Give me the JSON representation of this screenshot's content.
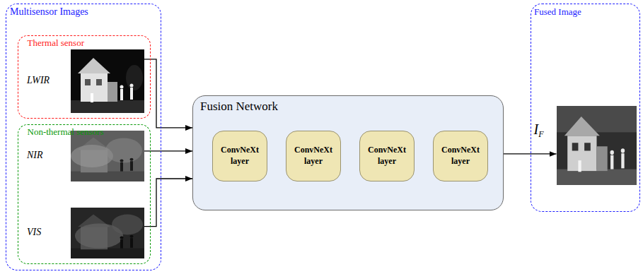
{
  "diagram": {
    "nodes": [
      {
        "text": [
          "Multisensor Images"
        ]
      },
      {
        "text": [
          "Thermal sensor"
        ],
        "in": 0
      },
      {
        "text": [
          "LWIR"
        ],
        "in": 1
      },
      {
        "text": [
          "Non-thermal sensors"
        ],
        "in": 0
      },
      {
        "text": [
          "NIR"
        ],
        "in": 3
      },
      {
        "text": [
          "VIS"
        ],
        "in": 3
      },
      {
        "text": [
          "Fusion Network"
        ]
      },
      {
        "text": [
          "ConvNeXt layer"
        ],
        "in": 6
      },
      {
        "text": [
          "ConvNeXt layer"
        ],
        "in": 6
      },
      {
        "text": [
          "ConvNeXt layer"
        ],
        "in": 6
      },
      {
        "text": [
          "ConvNeXt layer"
        ],
        "in": 6
      },
      {
        "text": [
          "Fused Image"
        ]
      },
      {
        "text": [
          "I",
          "F"
        ],
        "in": 11
      }
    ],
    "edges": [
      {
        "from": 2,
        "to": 6,
        "arrow": "to"
      },
      {
        "from": 4,
        "to": 6,
        "arrow": "to"
      },
      {
        "from": 5,
        "to": 6,
        "arrow": "to"
      },
      {
        "from": 6,
        "to": 12,
        "arrow": "to"
      }
    ]
  }
}
